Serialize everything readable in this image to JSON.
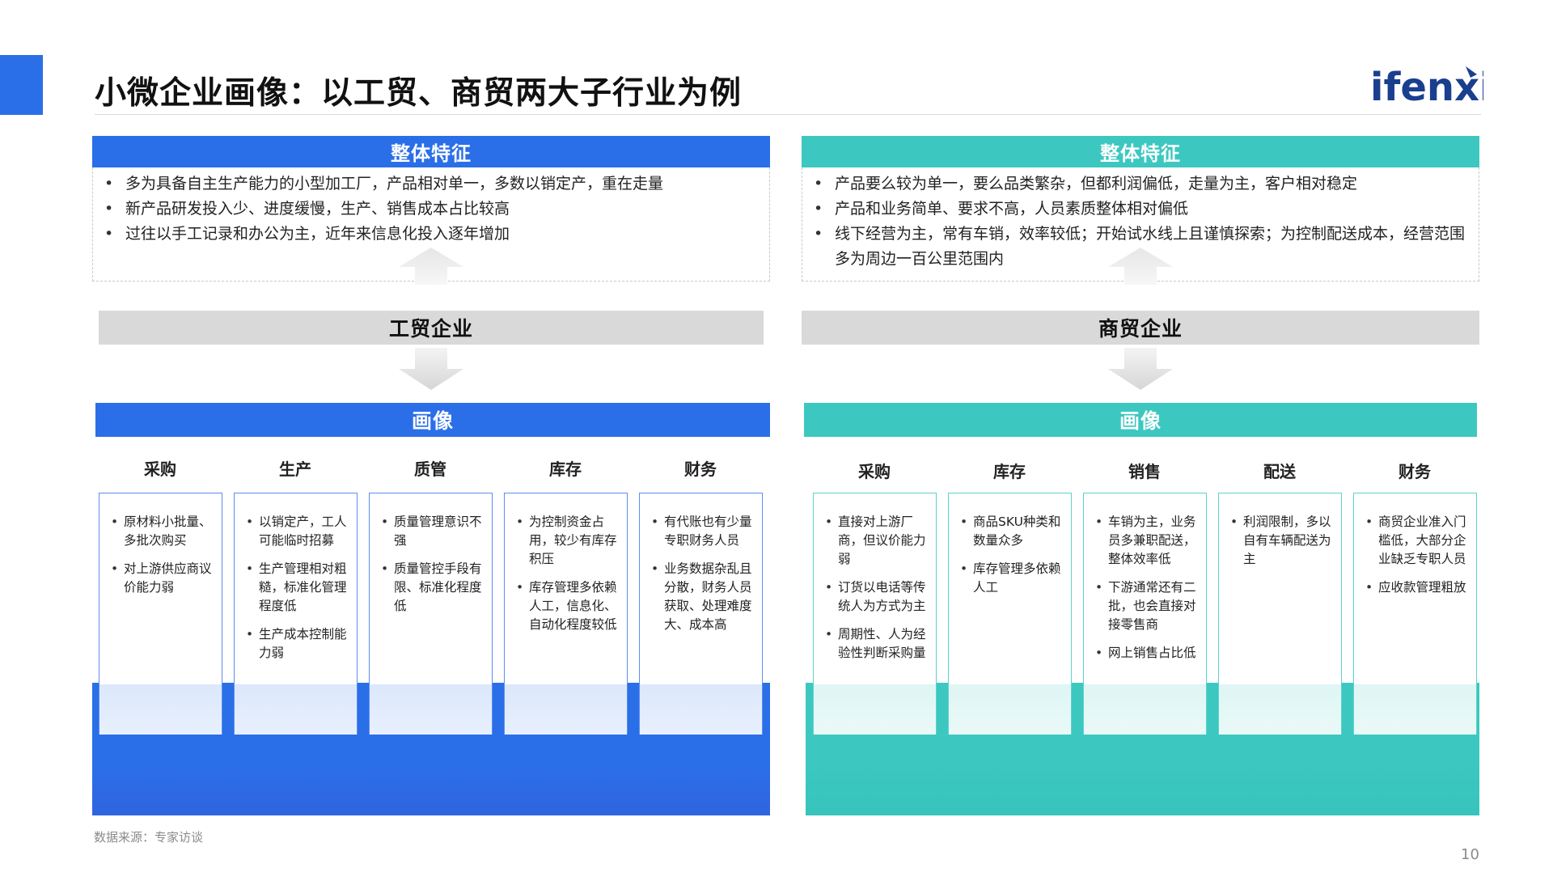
{
  "title": "小微企业画像：以工贸、商贸两大子行业为例",
  "logo_text": "ifenxi",
  "colors": {
    "blue": "#2b6fe8",
    "teal": "#3cc8c0",
    "gray_bar": "#d9d9d9"
  },
  "left": {
    "feature_header": "整体特征",
    "features": [
      "多为具备自主生产能力的小型加工厂，产品相对单一，多数以销定产，重在走量",
      "新产品研发投入少、进度缓慢，生产、销售成本占比较高",
      "过往以手工记录和办公为主，近年来信息化投入逐年增加"
    ],
    "entity": "工贸企业",
    "portrait_header": "画像",
    "columns": [
      {
        "title": "采购",
        "items": [
          "原材料小批量、多批次购买",
          "对上游供应商议价能力弱"
        ]
      },
      {
        "title": "生产",
        "items": [
          "以销定产，工人可能临时招募",
          "生产管理相对粗糙，标准化管理程度低",
          "生产成本控制能力弱"
        ]
      },
      {
        "title": "质管",
        "items": [
          "质量管理意识不强",
          "质量管控手段有限、标准化程度低"
        ]
      },
      {
        "title": "库存",
        "items": [
          "为控制资金占用，较少有库存积压",
          "库存管理多依赖人工，信息化、自动化程度较低"
        ]
      },
      {
        "title": "财务",
        "items": [
          "有代账也有少量专职财务人员",
          "业务数据杂乱且分散，财务人员获取、处理难度大、成本高"
        ]
      }
    ]
  },
  "right": {
    "feature_header": "整体特征",
    "features": [
      "产品要么较为单一，要么品类繁杂，但都利润偏低，走量为主，客户相对稳定",
      "产品和业务简单、要求不高，人员素质整体相对偏低",
      "线下经营为主，常有车销，效率较低；开始试水线上且谨慎探索；为控制配送成本，经营范围多为周边一百公里范围内"
    ],
    "entity": "商贸企业",
    "portrait_header": "画像",
    "columns": [
      {
        "title": "采购",
        "items": [
          "直接对上游厂商，但议价能力弱",
          "订货以电话等传统人为方式为主",
          "周期性、人为经验性判断采购量"
        ]
      },
      {
        "title": "库存",
        "items": [
          "商品SKU种类和数量众多",
          "库存管理多依赖人工"
        ]
      },
      {
        "title": "销售",
        "items": [
          "车销为主，业务员多兼职配送，整体效率低",
          "下游通常还有二批，也会直接对接零售商",
          "网上销售占比低"
        ]
      },
      {
        "title": "配送",
        "items": [
          "利润限制，多以自有车辆配送为主"
        ]
      },
      {
        "title": "财务",
        "items": [
          "商贸企业准入门槛低，大部分企业缺乏专职人员",
          "应收款管理粗放"
        ]
      }
    ]
  },
  "footnote": "数据来源：专家访谈",
  "page_number": "10"
}
